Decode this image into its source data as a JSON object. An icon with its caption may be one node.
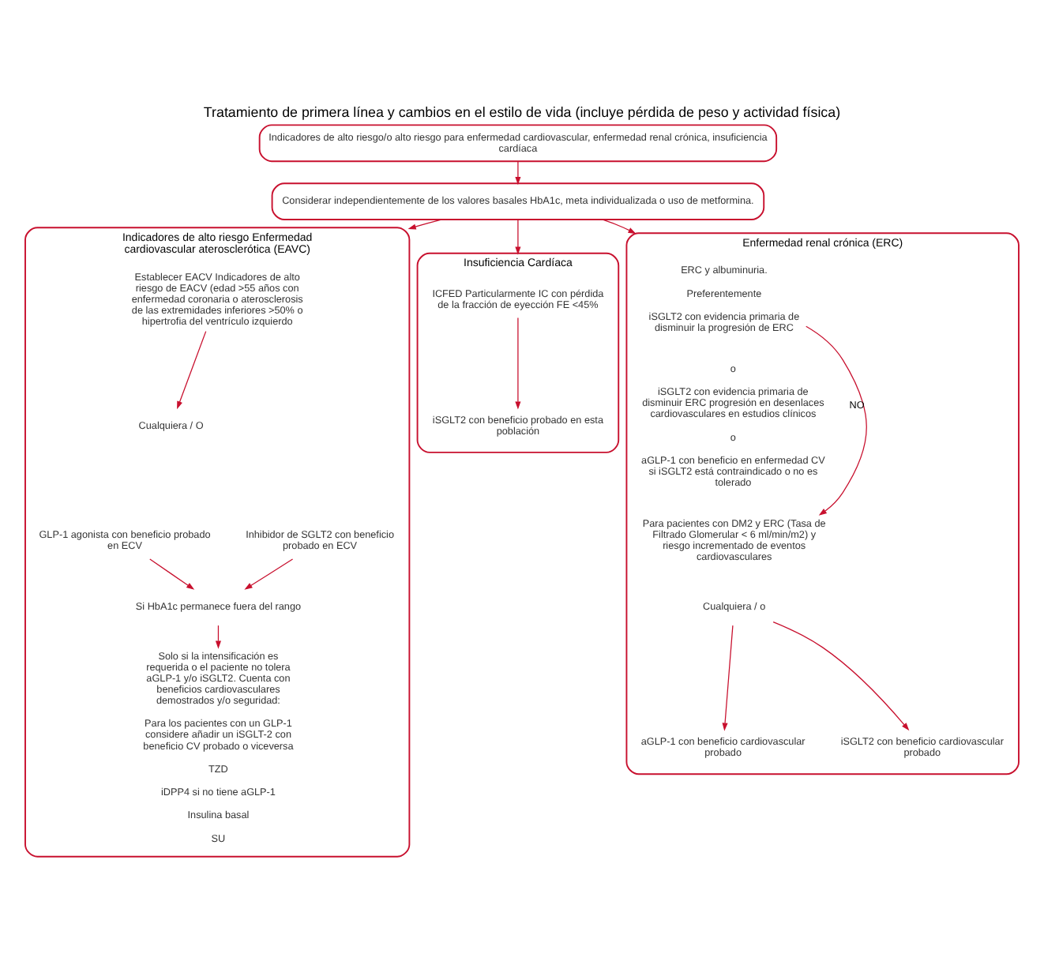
{
  "diagram": {
    "title": "Tratamiento de primera línea y cambios en el estilo de vida (incluye pérdida de peso y actividad física)",
    "nodes": [
      {
        "text": [
          "Indicadores de alto riesgo/o alto riesgo para enfermedad cardiovascular, enfermedad renal crónica, insuficiencia cardíaca"
        ]
      },
      {
        "text": [
          "Considerar independientemente de los valores basales HbA1c, meta individualizada o uso de metformina."
        ]
      },
      {
        "text": [
          "Indicadores de alto riesgo Enfermedad cardiovascular aterosclerótica (EAVC)"
        ]
      },
      {
        "text": [
          "Establecer EACV Indicadores de alto riesgo de EACV (edad >55 años con enfermedad coronaria o aterosclerosis de las extremidades inferiores >50% o hipertrofia del ventrículo izquierdo"
        ],
        "in": 2
      },
      {
        "text": [
          "Cualquiera / O"
        ],
        "in": 2
      },
      {
        "text": [
          "GLP-1 agonista con beneficio probado en ECV"
        ],
        "in": 2
      },
      {
        "text": [
          "Inhibidor de SGLT2 con beneficio probado en ECV"
        ],
        "in": 2
      },
      {
        "text": [
          "Si HbA1c permanece fuera del rango"
        ],
        "in": 2
      },
      {
        "text": [
          "Solo si la intensificación es requerida o el paciente no tolera aGLP-1 y/o iSGLT2. Cuenta con beneficios cardiovasculares demostrados y/o seguridad:",
          "Para los pacientes con un GLP-1 considere añadir un iSGLT-2 con beneficio CV probado o viceversa",
          "TZD",
          "iDPP4 si no tiene aGLP-1",
          "Insulina basal",
          "SU"
        ],
        "in": 2
      },
      {
        "text": [
          "Insuficiencia Cardíaca"
        ]
      },
      {
        "text": [
          "ICFED Particularmente IC con pérdida de la fracción de eyección FE <45%"
        ],
        "in": 9
      },
      {
        "text": [
          "iSGLT2 con beneficio probado en esta población"
        ],
        "in": 9
      },
      {
        "text": [
          "Enfermedad renal crónica (ERC)"
        ]
      },
      {
        "text": [
          "ERC y albuminuria.",
          "Preferentemente",
          "iSGLT2 con evidencia primaria de disminuir la progresión de ERC"
        ],
        "in": 12
      },
      {
        "text": [
          "o",
          "iSGLT2 con evidencia primaria de disminuir ERC progresión en desenlaces cardiovasculares en estudios clínicos",
          "o",
          "aGLP-1 con beneficio en enfermedad CV si iSGLT2 está contraindicado o no es tolerado"
        ],
        "in": 12
      },
      {
        "text": [
          "Para pacientes con DM2 y ERC (Tasa de Filtrado Glomerular < 6 ml/min/m2) y riesgo incrementado de eventos cardiovasculares"
        ],
        "in": 12
      },
      {
        "text": [
          "Cualquiera / o"
        ],
        "in": 12
      },
      {
        "text": [
          "aGLP-1 con beneficio cardiovascular probado"
        ],
        "in": 12
      },
      {
        "text": [
          "iSGLT2 con beneficio cardiovascular probado"
        ],
        "in": 12
      }
    ],
    "edges": [
      {
        "from": 0,
        "to": 1,
        "arrow": "to"
      },
      {
        "from": 1,
        "to": 2,
        "arrow": "to"
      },
      {
        "from": 1,
        "to": 9,
        "arrow": "to"
      },
      {
        "from": 1,
        "to": 12,
        "arrow": "to"
      },
      {
        "from": 3,
        "to": 4,
        "arrow": "to"
      },
      {
        "from": 5,
        "to": 7,
        "arrow": "to"
      },
      {
        "from": 6,
        "to": 7,
        "arrow": "to"
      },
      {
        "from": 7,
        "to": 8,
        "arrow": "to"
      },
      {
        "from": 10,
        "to": 11,
        "arrow": "to"
      },
      {
        "from": 12,
        "to": 15,
        "arrow": "to",
        "label": "NO"
      },
      {
        "from": 16,
        "to": 17,
        "arrow": "to"
      },
      {
        "from": 16,
        "to": 18,
        "arrow": "to"
      }
    ]
  }
}
